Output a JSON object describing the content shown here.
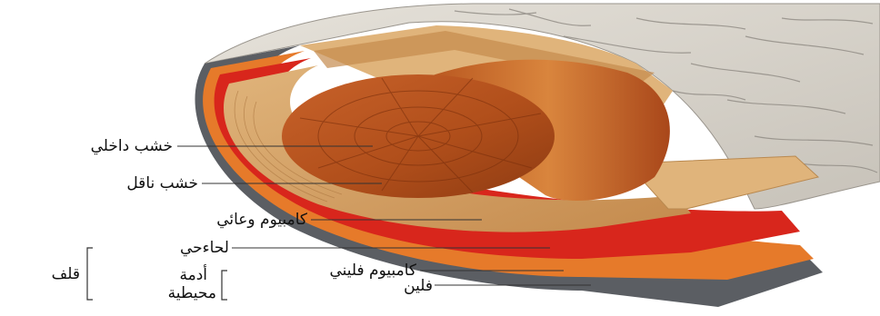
{
  "labels": {
    "heartwood": "خشب داخلي",
    "sapwood": "خشب ناقل",
    "vascular_cambium": "كامبيوم وعائي",
    "phloem": "لحاءحي",
    "cork_cambium": "كامبيوم فليني",
    "cork": "فلين",
    "periderm_line1": "أدمة",
    "periderm_line2": "محيطية",
    "bark": "قلف"
  },
  "colors": {
    "bark_outer": "#d8d4cc",
    "bark_crack": "#8f8a83",
    "cork_layer": "#5b5e63",
    "phloem_orange": "#e67a2a",
    "cambium_red": "#d8261c",
    "sapwood_tan": "#d9a86a",
    "heartwood_brown": "#b9561f",
    "leader_line": "#333333"
  }
}
